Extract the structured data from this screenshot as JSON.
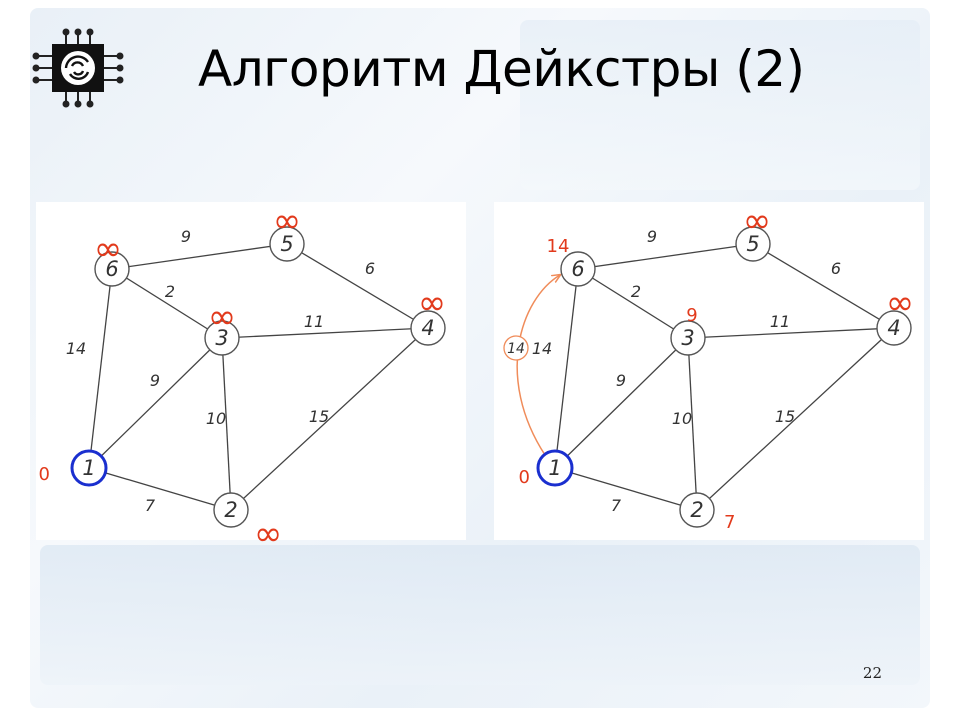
{
  "slide": {
    "title": "Алгоритм Дейкстры (2)",
    "page_number": "22"
  },
  "colors": {
    "distance": "#e23a1c",
    "current_node": "#1a2fcf",
    "annotation": "#f08c5a"
  },
  "icons": [
    "chip-logo-icon"
  ],
  "graphs": [
    {
      "id": "left",
      "nodes": [
        {
          "id": "1",
          "label": "1",
          "distance": "0",
          "current": true
        },
        {
          "id": "2",
          "label": "2",
          "distance": "∞",
          "current": false
        },
        {
          "id": "3",
          "label": "3",
          "distance": "∞",
          "current": false
        },
        {
          "id": "4",
          "label": "4",
          "distance": "∞",
          "current": false
        },
        {
          "id": "5",
          "label": "5",
          "distance": "∞",
          "current": false
        },
        {
          "id": "6",
          "label": "6",
          "distance": "∞",
          "current": false
        }
      ],
      "edges": [
        {
          "from": "6",
          "to": "5",
          "weight": "9"
        },
        {
          "from": "5",
          "to": "4",
          "weight": "6"
        },
        {
          "from": "6",
          "to": "3",
          "weight": "2"
        },
        {
          "from": "3",
          "to": "4",
          "weight": "11"
        },
        {
          "from": "6",
          "to": "1",
          "weight": "14"
        },
        {
          "from": "1",
          "to": "3",
          "weight": "9"
        },
        {
          "from": "3",
          "to": "2",
          "weight": "10"
        },
        {
          "from": "2",
          "to": "4",
          "weight": "15"
        },
        {
          "from": "1",
          "to": "2",
          "weight": "7"
        }
      ]
    },
    {
      "id": "right",
      "nodes": [
        {
          "id": "1",
          "label": "1",
          "distance": "0",
          "current": true
        },
        {
          "id": "2",
          "label": "2",
          "distance": "7",
          "current": false
        },
        {
          "id": "3",
          "label": "3",
          "distance": "9",
          "current": false
        },
        {
          "id": "4",
          "label": "4",
          "distance": "∞",
          "current": false
        },
        {
          "id": "5",
          "label": "5",
          "distance": "∞",
          "current": false
        },
        {
          "id": "6",
          "label": "6",
          "distance": "14",
          "current": false
        }
      ],
      "edges": [
        {
          "from": "6",
          "to": "5",
          "weight": "9"
        },
        {
          "from": "5",
          "to": "4",
          "weight": "6"
        },
        {
          "from": "6",
          "to": "3",
          "weight": "2"
        },
        {
          "from": "3",
          "to": "4",
          "weight": "11"
        },
        {
          "from": "6",
          "to": "1",
          "weight": "14"
        },
        {
          "from": "1",
          "to": "3",
          "weight": "9"
        },
        {
          "from": "3",
          "to": "2",
          "weight": "10"
        },
        {
          "from": "2",
          "to": "4",
          "weight": "15"
        },
        {
          "from": "1",
          "to": "2",
          "weight": "7"
        }
      ],
      "annotation": {
        "from": "1",
        "to": "6",
        "label": "14"
      }
    }
  ]
}
